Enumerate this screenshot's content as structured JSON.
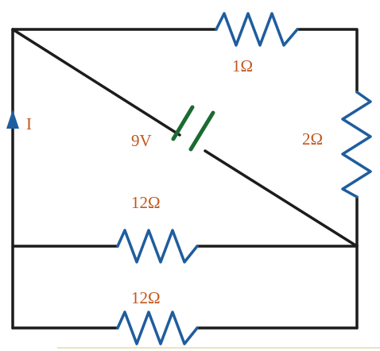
{
  "colors": {
    "wire": "#1c1c1c",
    "resistor": "#1f5d9e",
    "label": "#c2561c",
    "battery": "#1b6b31",
    "arrow": "#1f5d9e",
    "rule": "#e8d7a6"
  },
  "labels": {
    "current": "I",
    "battery": "9V",
    "r_top": "1Ω",
    "r_right": "2Ω",
    "r_middle": "12Ω",
    "r_bottom": "12Ω"
  }
}
